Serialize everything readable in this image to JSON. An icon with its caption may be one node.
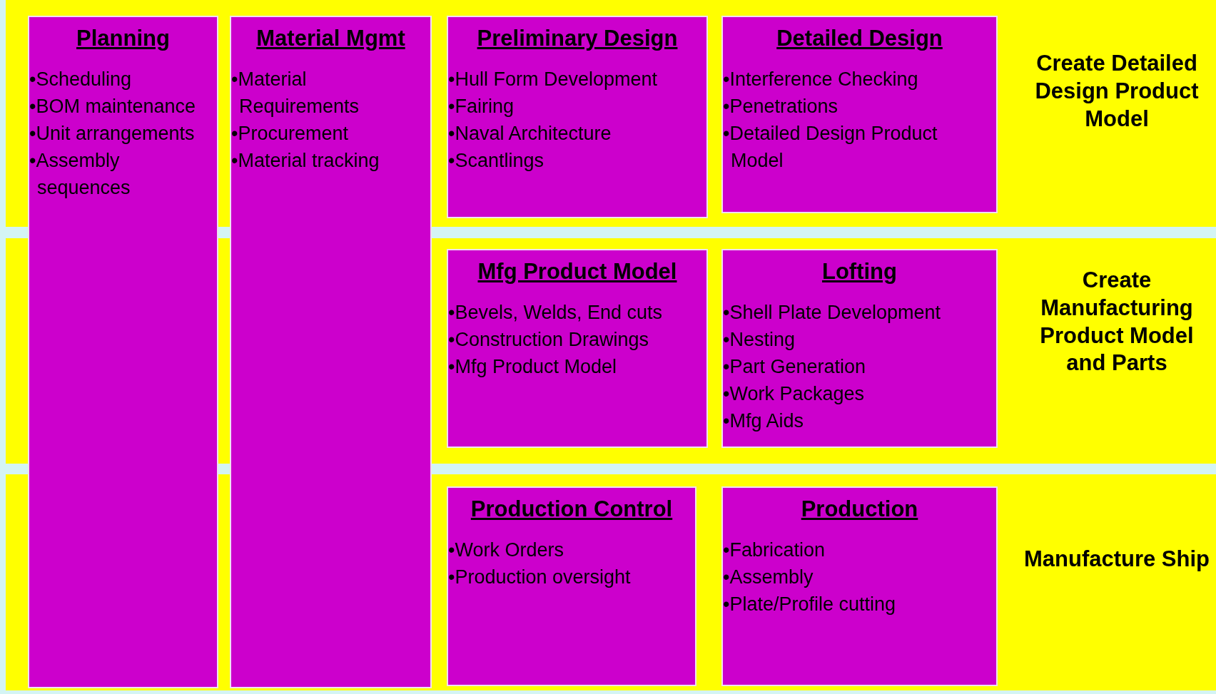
{
  "diagram": {
    "nodes": [
      {
        "text": [
          "Create Detailed Design Product Model"
        ]
      },
      {
        "text": [
          "Planning",
          "•Scheduling",
          "•BOM maintenance",
          "•Unit arrangements",
          "•Assembly sequences"
        ]
      },
      {
        "text": [
          "Material Mgmt",
          "•Material Requirements",
          "•Procurement",
          "•Material tracking"
        ]
      },
      {
        "text": [
          "Preliminary Design",
          "•Hull Form Development",
          "•Fairing",
          "•Naval Architecture",
          "•Scantlings"
        ],
        "in": 0
      },
      {
        "text": [
          "Detailed Design",
          "•Interference Checking",
          "•Penetrations",
          "•Detailed Design Product Model"
        ],
        "in": 0
      },
      {
        "text": [
          "Create Manufacturing Product Model and Parts"
        ]
      },
      {
        "text": [
          "Mfg Product Model",
          "•Bevels, Welds, End cuts",
          "•Construction Drawings",
          "•Mfg Product Model"
        ],
        "in": 5
      },
      {
        "text": [
          "Lofting",
          "•Shell Plate Development",
          "•Nesting",
          "•Part Generation",
          "•Work Packages",
          "•Mfg Aids"
        ],
        "in": 5
      },
      {
        "text": [
          "Manufacture Ship"
        ]
      },
      {
        "text": [
          "Production Control",
          "•Work Orders",
          "•Production oversight"
        ],
        "in": 8
      },
      {
        "text": [
          "Production",
          "•Fabrication",
          "•Assembly",
          "•Plate/Profile cutting"
        ],
        "in": 8
      }
    ]
  }
}
